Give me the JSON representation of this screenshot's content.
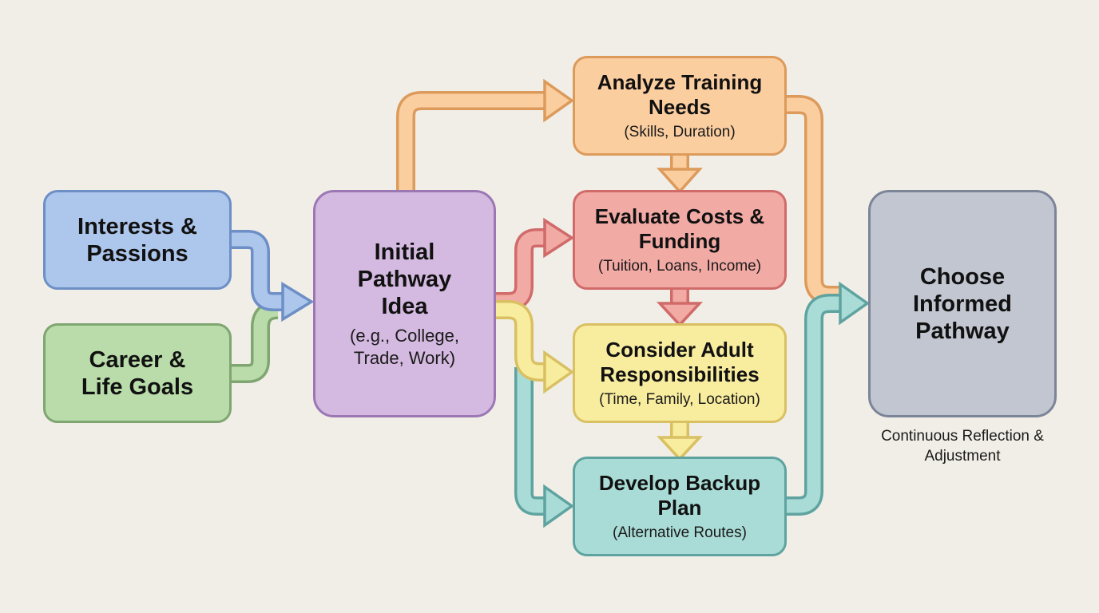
{
  "diagram": {
    "nodes": {
      "interests": {
        "title": "Interests & Passions",
        "subtitle": ""
      },
      "career": {
        "title": "Career & Life Goals",
        "subtitle": ""
      },
      "initial": {
        "title": "Initial Pathway Idea",
        "subtitle": "(e.g., College, Trade, Work)"
      },
      "training": {
        "title": "Analyze Training Needs",
        "subtitle": "(Skills, Duration)"
      },
      "costs": {
        "title": "Evaluate Costs & Funding",
        "subtitle": "(Tuition, Loans, Income)"
      },
      "adult": {
        "title": "Consider Adult Responsibilities",
        "subtitle": "(Time, Family, Location)"
      },
      "backup": {
        "title": "Develop Backup Plan",
        "subtitle": "(Alternative Routes)"
      },
      "choose": {
        "title": "Choose Informed Pathway",
        "subtitle": ""
      }
    },
    "footnote": "Continuous Reflection & Adjustment",
    "edges": [
      {
        "from": "interests",
        "to": "initial",
        "color": "blue"
      },
      {
        "from": "career",
        "to": "initial",
        "color": "green"
      },
      {
        "from": "initial",
        "to": "training",
        "color": "orange"
      },
      {
        "from": "initial",
        "to": "costs",
        "color": "red"
      },
      {
        "from": "initial",
        "to": "adult",
        "color": "yellow"
      },
      {
        "from": "initial",
        "to": "backup",
        "color": "teal"
      },
      {
        "from": "training",
        "to": "costs",
        "color": "orange"
      },
      {
        "from": "costs",
        "to": "adult",
        "color": "red"
      },
      {
        "from": "adult",
        "to": "backup",
        "color": "yellow"
      },
      {
        "from": "training",
        "to": "choose",
        "color": "orange"
      },
      {
        "from": "backup",
        "to": "choose",
        "color": "teal"
      }
    ],
    "colors": {
      "background": "#f1eee7",
      "blue": "#adc6ec",
      "green": "#b9dcaa",
      "purple": "#d4b9e0",
      "orange": "#fbcea0",
      "red": "#f2aaa5",
      "yellow": "#f8ec9e",
      "teal": "#a9dcd6",
      "gray": "#c1c6d1"
    }
  }
}
